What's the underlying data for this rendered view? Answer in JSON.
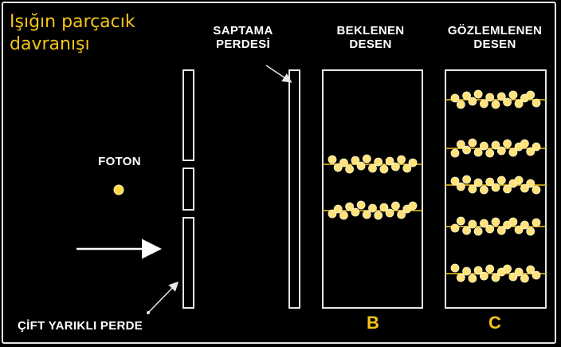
{
  "diagram": {
    "title": "Işığın parçacık davranışı",
    "labels": {
      "detector_line1": "SAPTAMA",
      "detector_line2": "PERDESİ",
      "expected_line1": "BEKLENEN",
      "expected_line2": "DESEN",
      "observed_line1": "GÖZLEMLENEN",
      "observed_line2": "DESEN",
      "photon": "FOTON",
      "double_slit": "ÇİFT YARIKLI PERDE",
      "panel_b": "B",
      "panel_c": "C"
    },
    "expected_band_count": 2,
    "observed_band_count": 5,
    "colors": {
      "accent": "#f5c518",
      "dot_fill": "#ffe27a",
      "line": "#e6e6e6",
      "background": "#000000"
    }
  }
}
